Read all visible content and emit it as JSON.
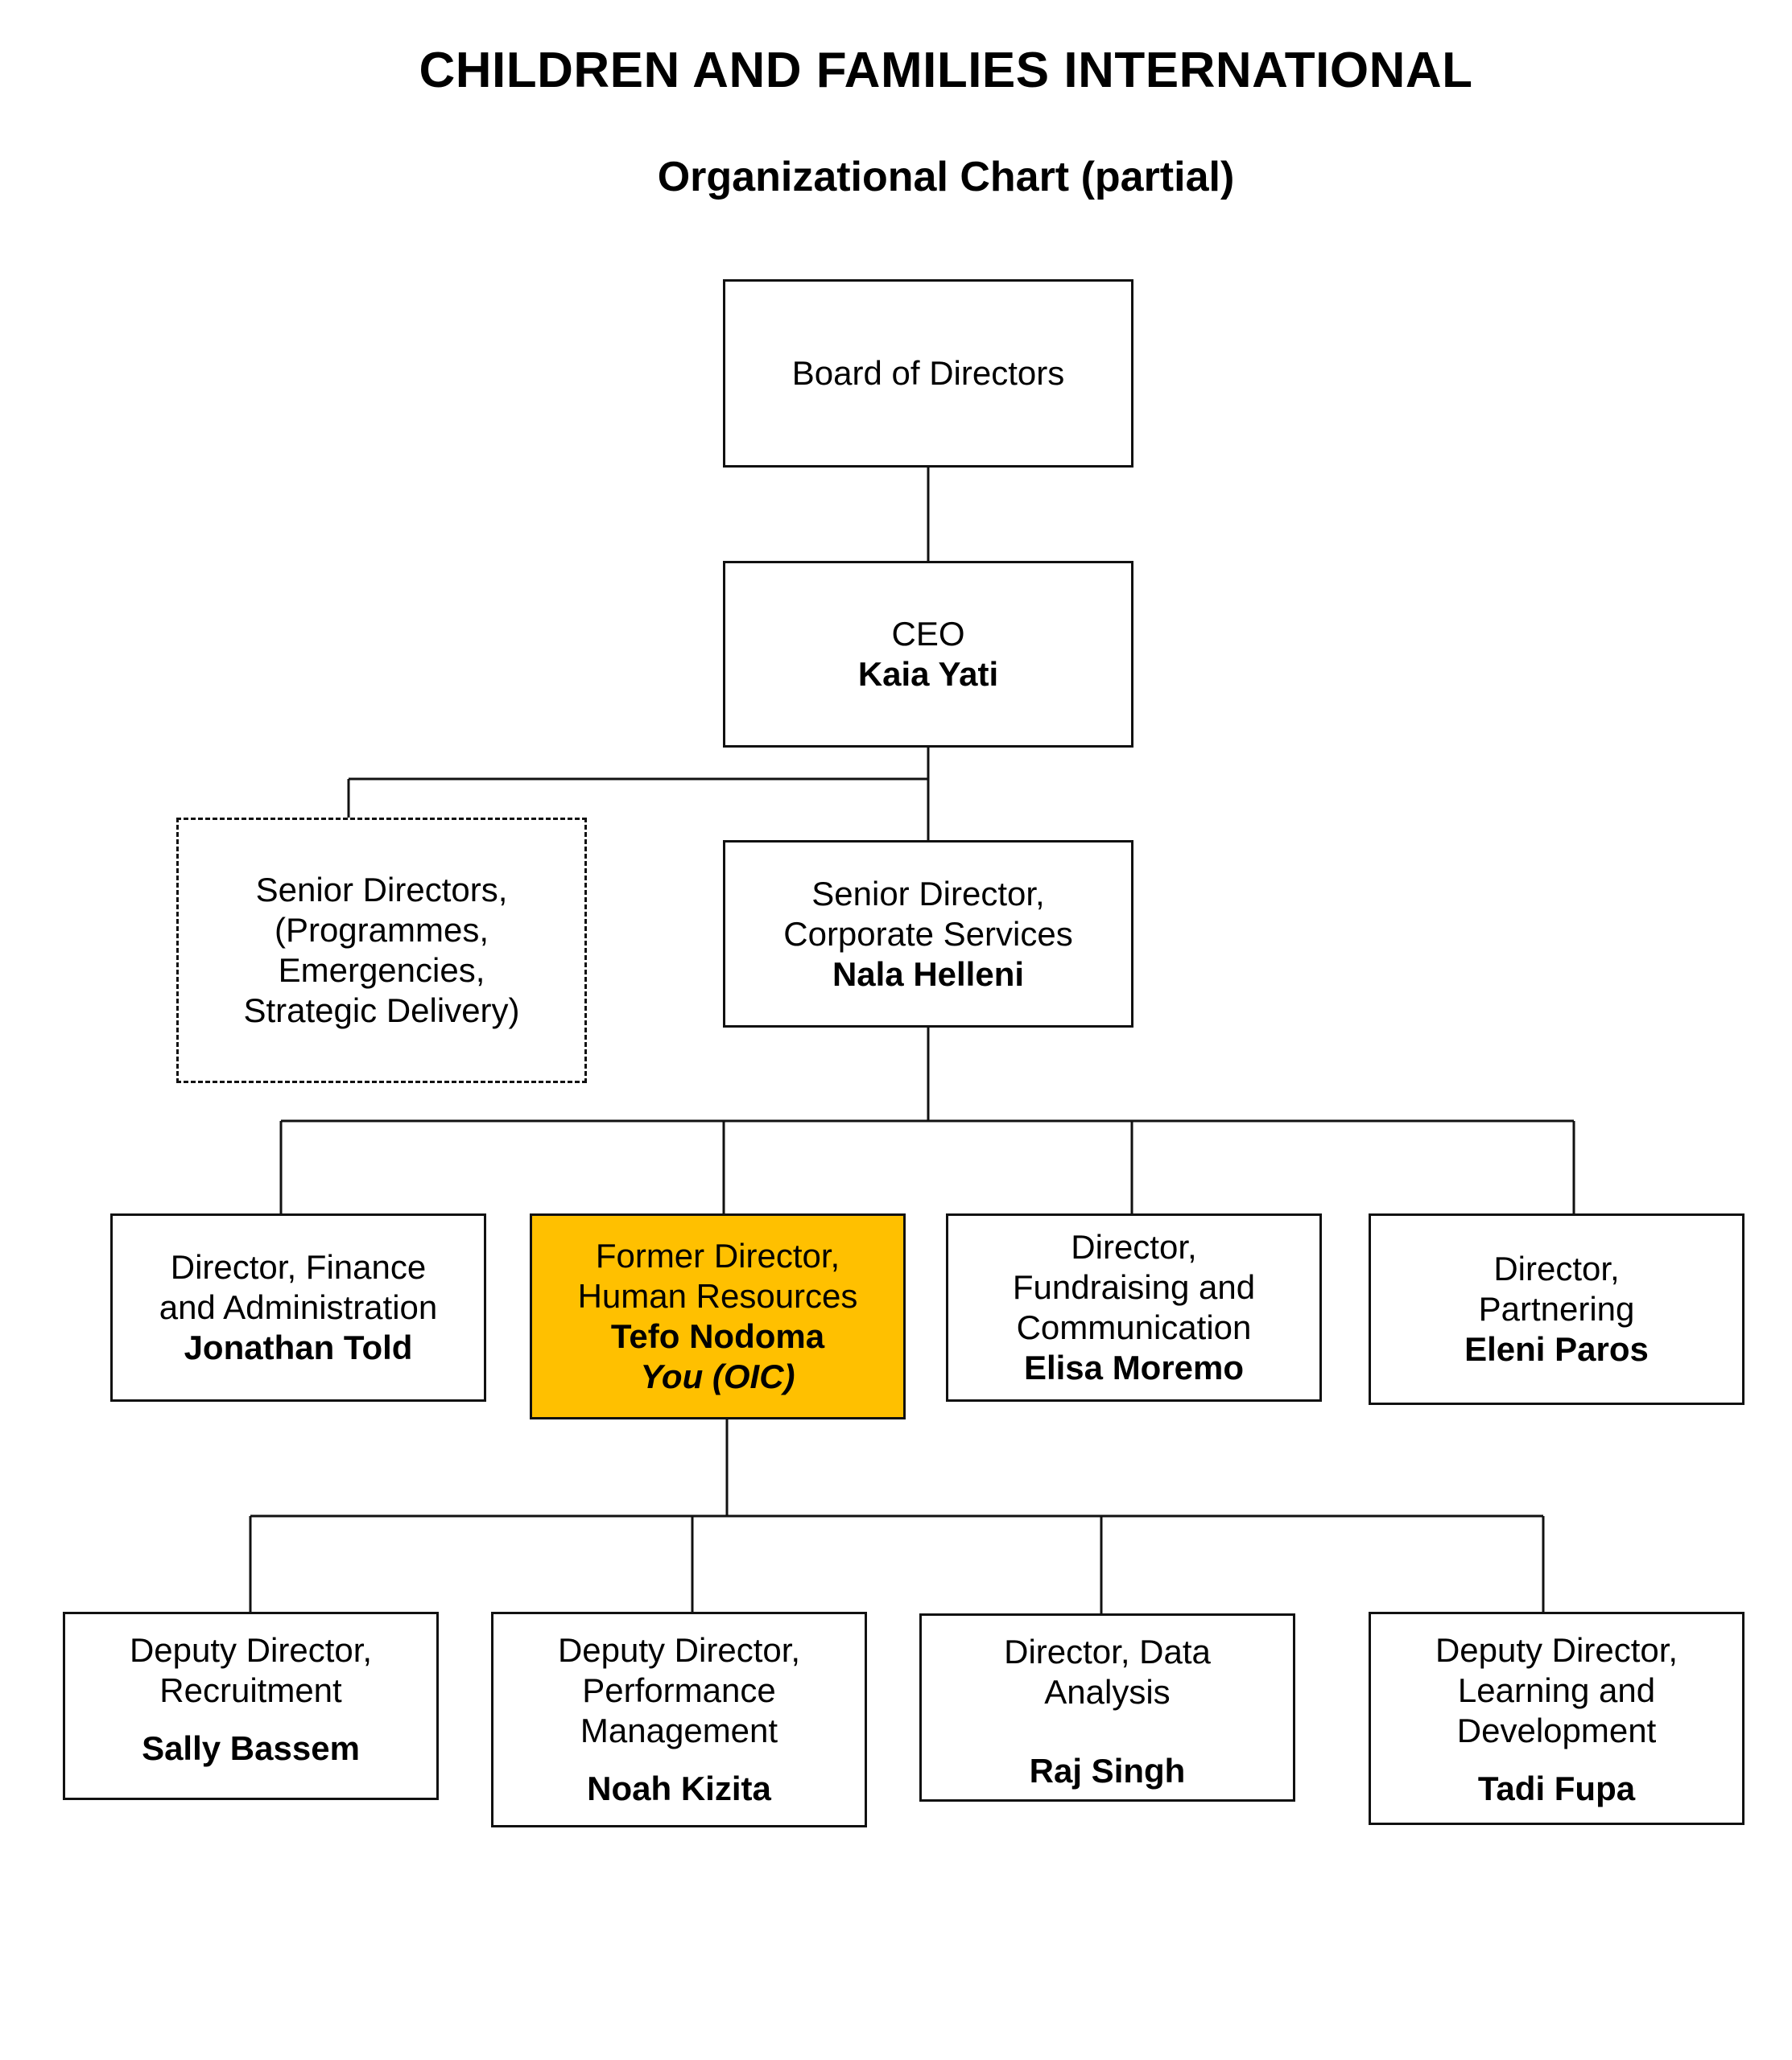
{
  "header": {
    "title": "CHILDREN AND FAMILIES INTERNATIONAL",
    "subtitle": "Organizational Chart (partial)"
  },
  "colors": {
    "highlight": "#ffc000",
    "line": "#111111"
  },
  "nodes": {
    "board": {
      "role": "Board of Directors"
    },
    "ceo": {
      "role": "CEO",
      "name": "Kaia Yati"
    },
    "senior_directors": {
      "role": "Senior Directors,\n(Programmes,\nEmergencies,\nStrategic Delivery)"
    },
    "corporate_services": {
      "role": "Senior Director,\nCorporate Services",
      "name": "Nala Helleni"
    },
    "finance": {
      "role": "Director, Finance\nand Administration",
      "name": "Jonathan Told"
    },
    "hr": {
      "role": "Former Director,\nHuman Resources",
      "name": "Tefo Nodoma",
      "note": "You (OIC)"
    },
    "fundraising": {
      "role": "Director,\nFundraising and\nCommunication",
      "name": "Elisa Moremo"
    },
    "partnering": {
      "role": "Director,\nPartnering",
      "name": "Eleni Paros"
    },
    "recruitment": {
      "role": "Deputy Director,\nRecruitment",
      "name": "Sally Bassem"
    },
    "performance": {
      "role": "Deputy Director,\nPerformance\nManagement",
      "name": "Noah Kizita"
    },
    "data_analysis": {
      "role": "Director, Data\nAnalysis",
      "name": "Raj Singh"
    },
    "learning": {
      "role": "Deputy Director,\nLearning and\nDevelopment",
      "name": "Tadi Fupa"
    }
  }
}
